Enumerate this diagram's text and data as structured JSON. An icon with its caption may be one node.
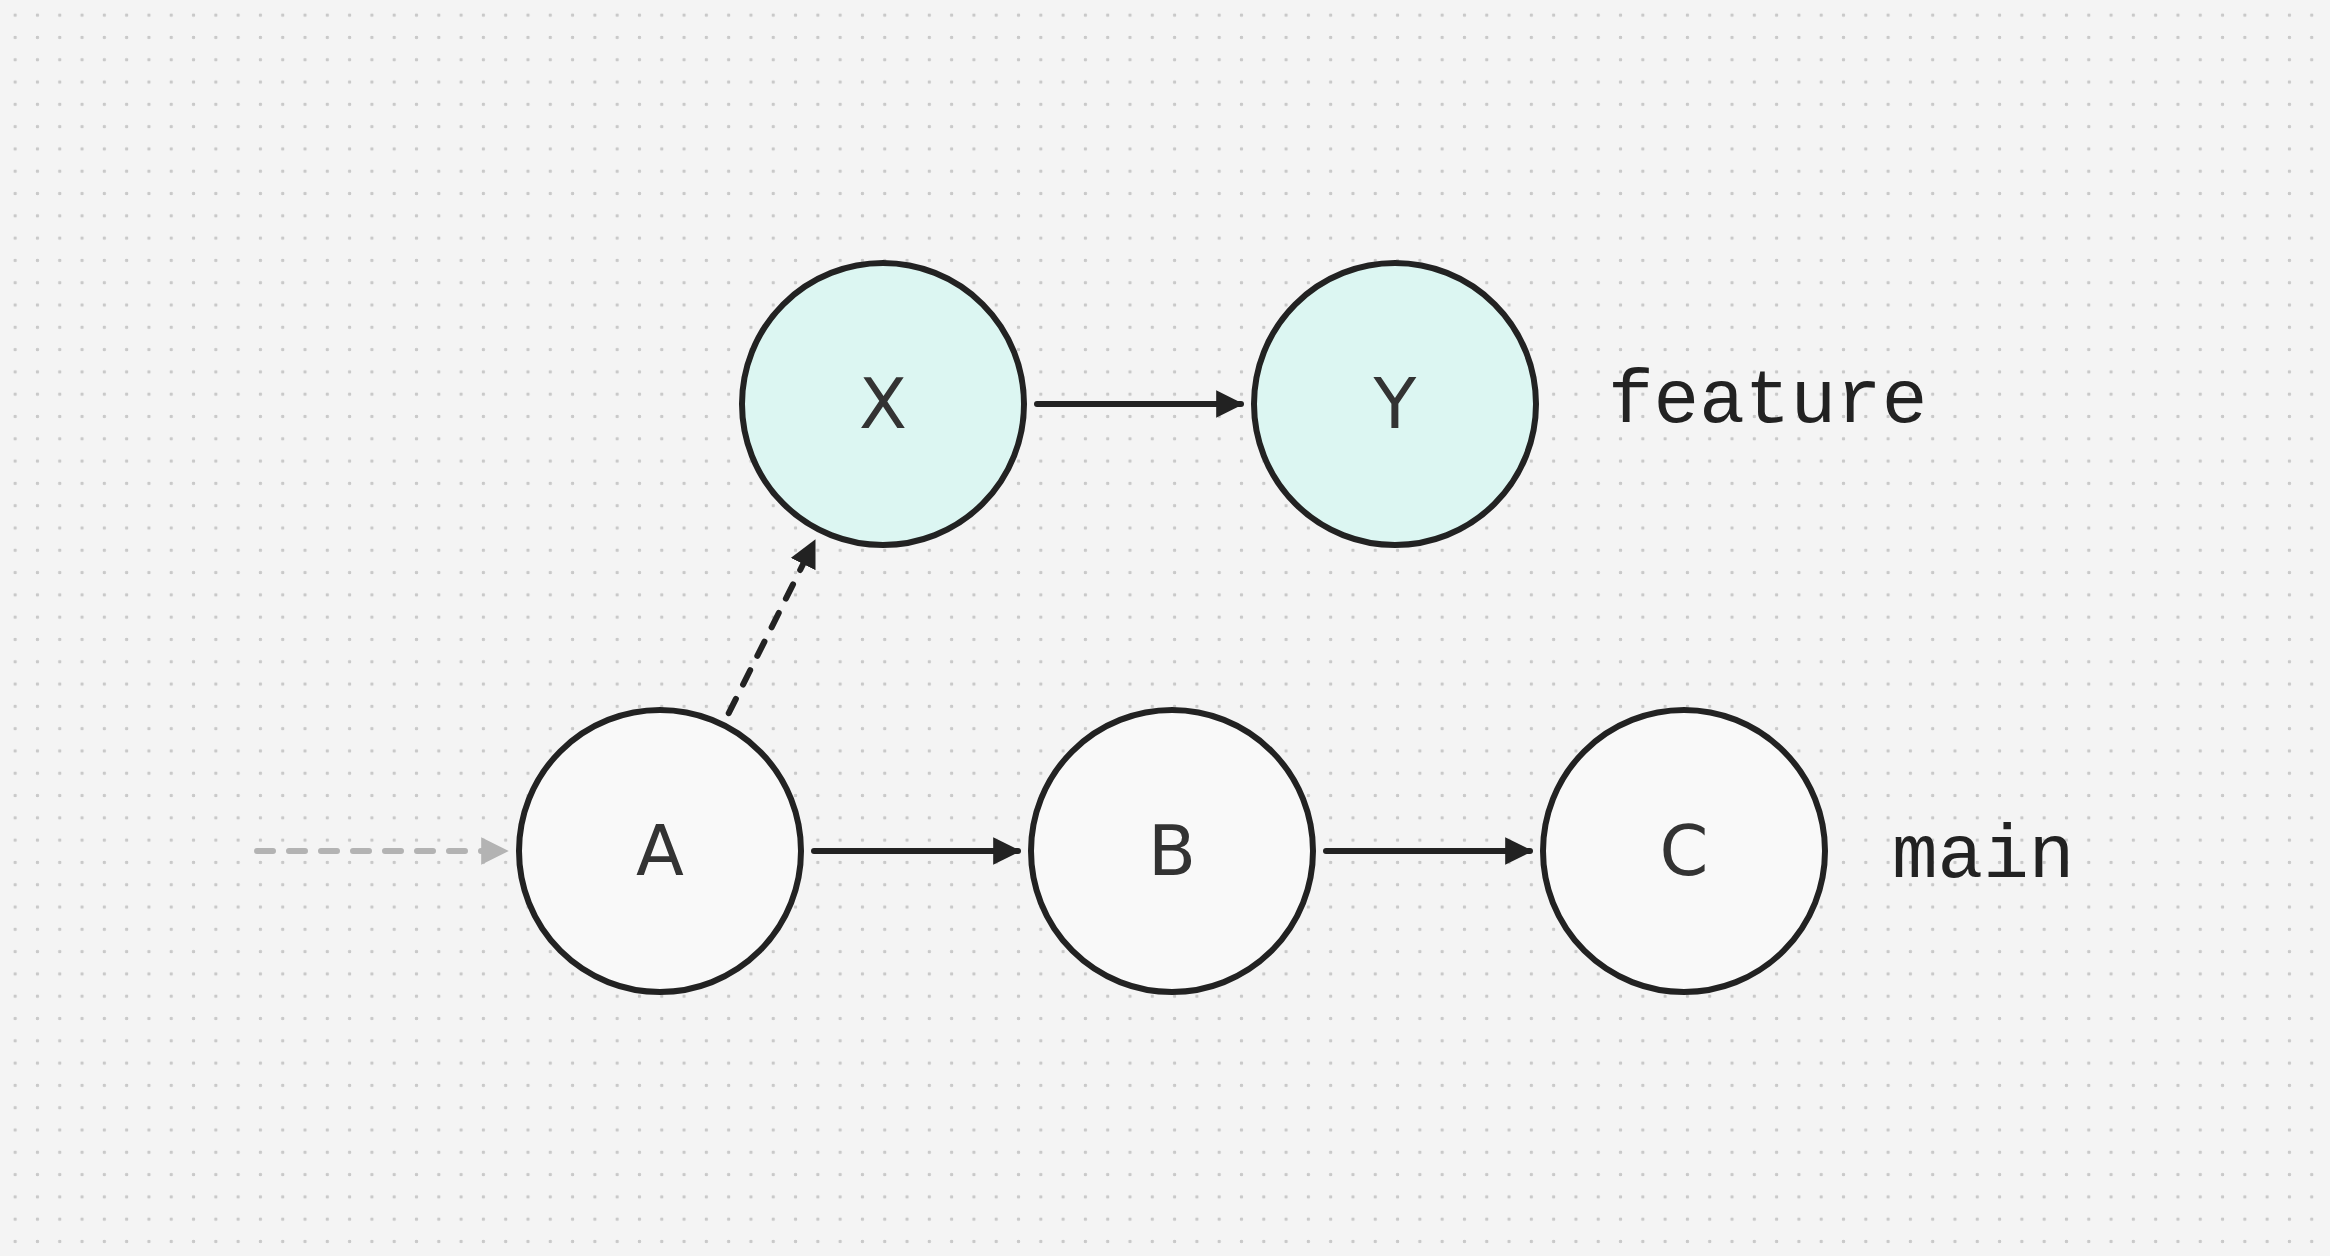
{
  "diagram": {
    "nodes": [
      {
        "text": [
          "X"
        ]
      },
      {
        "text": [
          "Y"
        ],
        "beside": [
          "feature"
        ]
      },
      {
        "text": [
          "A"
        ]
      },
      {
        "text": [
          "B"
        ]
      },
      {
        "text": [
          "C"
        ],
        "beside": [
          "main"
        ]
      }
    ],
    "edges": [
      {
        "from": null,
        "to": 2,
        "arrow": "to",
        "style": "dashed",
        "color": "#b3b3b3"
      },
      {
        "from": 2,
        "to": 0,
        "arrow": "to",
        "style": "dashed"
      },
      {
        "from": 0,
        "to": 1,
        "arrow": "to"
      },
      {
        "from": 2,
        "to": 3,
        "arrow": "to"
      },
      {
        "from": 3,
        "to": 4,
        "arrow": "to"
      }
    ]
  }
}
